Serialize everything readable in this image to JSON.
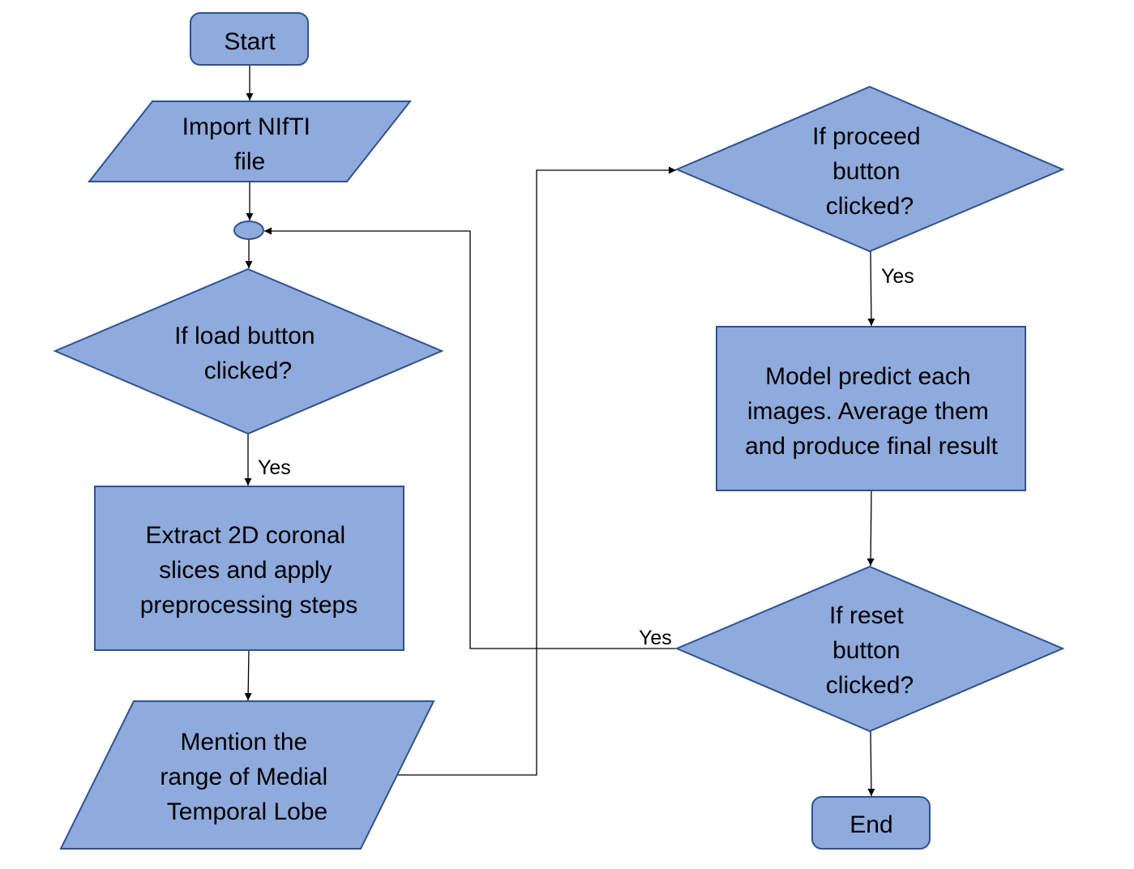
{
  "nodes": {
    "start": {
      "lines": [
        "Start"
      ]
    },
    "import_file": {
      "lines": [
        "Import NIfTI",
        "file"
      ]
    },
    "load_decision": {
      "lines": [
        "If load button",
        "clicked?"
      ]
    },
    "extract_slices": {
      "lines": [
        "Extract 2D coronal",
        "slices and apply",
        "preprocessing steps"
      ]
    },
    "mention_range": {
      "lines": [
        "Mention the",
        "range of Medial",
        "Temporal Lobe"
      ]
    },
    "proceed_decision": {
      "lines": [
        "If proceed",
        "button",
        "clicked?"
      ]
    },
    "model_predict": {
      "lines": [
        "Model predict each",
        "images. Average them",
        "and produce final result"
      ]
    },
    "reset_decision": {
      "lines": [
        "If reset",
        "button",
        "clicked?"
      ]
    },
    "end": {
      "lines": [
        "End"
      ]
    }
  },
  "edges": {
    "load_yes": "Yes",
    "proceed_yes": "Yes",
    "reset_yes": "Yes"
  },
  "colors": {
    "fill": "#8faadc",
    "stroke": "#2f528f",
    "line": "#000000",
    "text": "#000000"
  }
}
